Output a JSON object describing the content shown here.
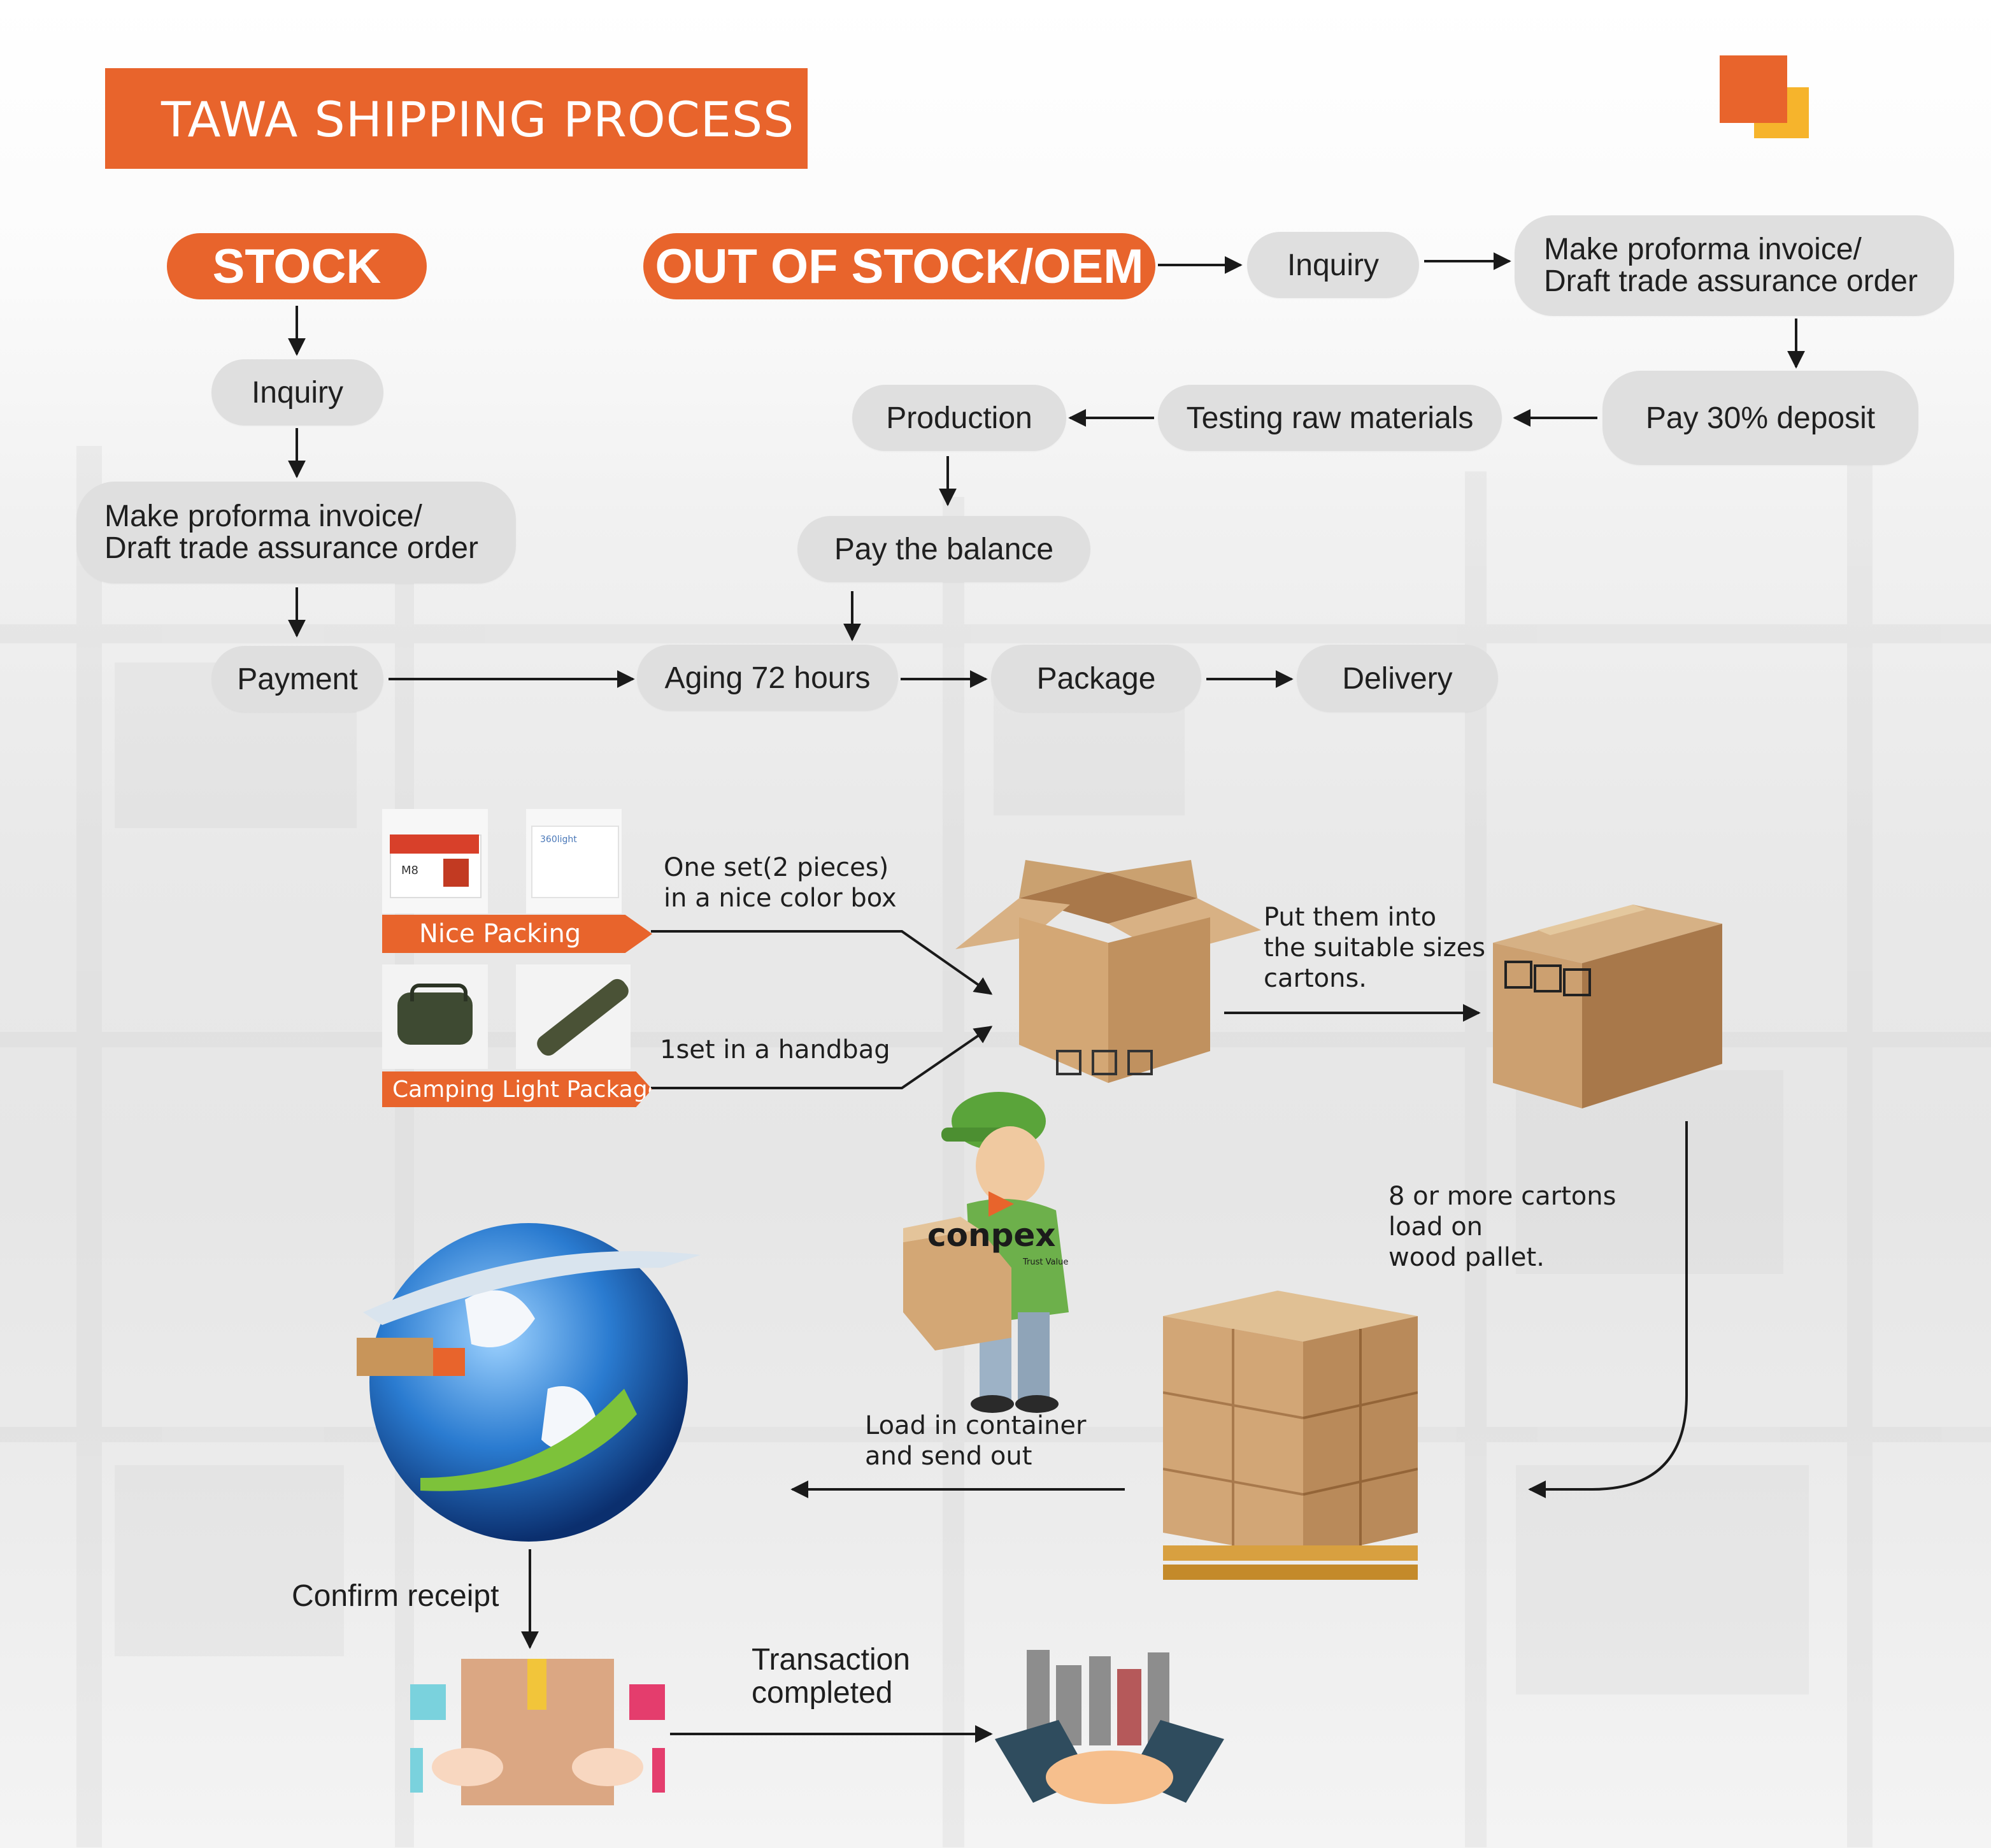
{
  "header": {
    "title": "TAWA SHIPPING PROCESS"
  },
  "stock": {
    "label": "STOCK",
    "steps": {
      "inquiry": "Inquiry",
      "invoice_line1": "Make proforma invoice/",
      "invoice_line2": "Draft trade assurance order",
      "payment": "Payment"
    }
  },
  "oem": {
    "label": "OUT OF STOCK/OEM",
    "steps": {
      "inquiry": "Inquiry",
      "invoice_line1": "Make proforma invoice/",
      "invoice_line2": "Draft trade assurance order",
      "deposit": "Pay 30% deposit",
      "testing": "Testing raw materials",
      "production": "Production",
      "balance": "Pay the balance"
    }
  },
  "common": {
    "aging": "Aging 72 hours",
    "package": "Package",
    "delivery": "Delivery"
  },
  "packing": {
    "nice_tag": "Nice Packing",
    "camping_tag": "Camping Light Package",
    "color_box_line1": "One set(2 pieces)",
    "color_box_line2": "in a nice color box",
    "handbag": "1set in a handbag",
    "cartons_line1": "Put them into",
    "cartons_line2": "the suitable  sizes",
    "cartons_line3": "cartons.",
    "pallet_line1": "8 or more cartons",
    "pallet_line2": "load on",
    "pallet_line3": "wood pallet.",
    "container_line1": "Load in container",
    "container_line2": "and send out",
    "confirm": "Confirm receipt",
    "completed_line1": "Transaction",
    "completed_line2": "completed"
  },
  "branding": {
    "logo_text": "conpex",
    "logo_tagline": "Trust Value",
    "product_box_text": "M8",
    "product_box2_text": "360light"
  },
  "colors": {
    "accent": "#E8642C",
    "accent_yellow": "#F6B42C",
    "pill_gray": "#DFDFDF",
    "cardboard": "#C9A074"
  }
}
